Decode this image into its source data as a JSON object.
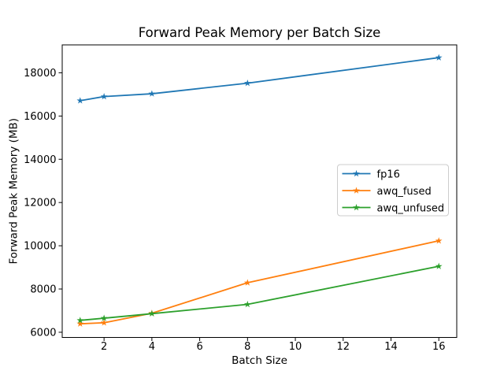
{
  "chart_data": {
    "type": "line",
    "title": "Forward Peak Memory per Batch Size",
    "xlabel": "Batch Size",
    "ylabel": "Forward Peak Memory (MB)",
    "x": [
      1,
      2,
      4,
      8,
      16
    ],
    "series": [
      {
        "name": "fp16",
        "color": "#1f77b4",
        "values": [
          16710,
          16900,
          17030,
          17520,
          18700
        ]
      },
      {
        "name": "awq_fused",
        "color": "#ff7f0e",
        "values": [
          6390,
          6440,
          6880,
          8290,
          10230
        ]
      },
      {
        "name": "awq_unfused",
        "color": "#2ca02c",
        "values": [
          6550,
          6650,
          6860,
          7290,
          9050
        ]
      }
    ],
    "xticks": [
      2,
      4,
      6,
      8,
      10,
      12,
      14,
      16
    ],
    "yticks": [
      6000,
      8000,
      10000,
      12000,
      14000,
      16000,
      18000
    ],
    "xlim": [
      0.25,
      16.75
    ],
    "ylim": [
      5760,
      19290
    ],
    "marker": "star",
    "grid": false,
    "legend_position": "center right",
    "background_color": "#ffffff",
    "spine_color": "#000000"
  }
}
